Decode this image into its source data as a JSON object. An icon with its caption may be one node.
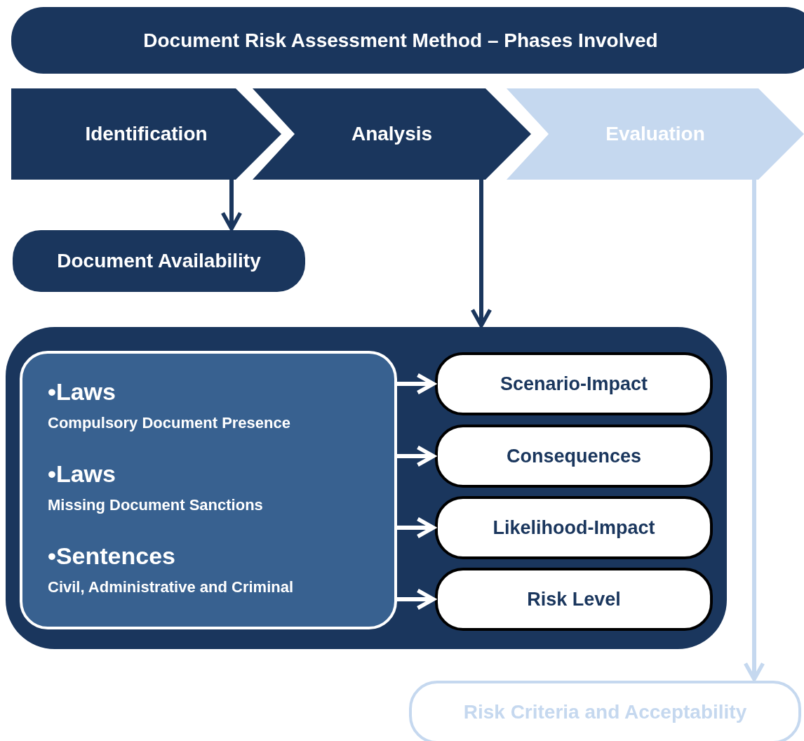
{
  "diagram": {
    "title": "Document Risk Assessment Method – Phases Involved",
    "nodes": [
      {
        "text": [
          "Identification"
        ]
      },
      {
        "text": [
          "Analysis"
        ]
      },
      {
        "text": [
          "Evaluation"
        ]
      },
      {
        "text": [
          "Document Availability"
        ]
      },
      {
        "text": [],
        "shape": "box"
      },
      {
        "text": [
          "•Laws",
          "Compulsory Document Presence",
          "•Laws",
          "Missing Document Sanctions",
          "•Sentences",
          "Civil, Administrative and Criminal"
        ],
        "in": 4
      },
      {
        "text": [
          "Scenario-Impact"
        ],
        "in": 4
      },
      {
        "text": [
          "Consequences"
        ],
        "in": 4
      },
      {
        "text": [
          "Likelihood-Impact"
        ],
        "in": 4
      },
      {
        "text": [
          "Risk Level"
        ],
        "in": 4
      },
      {
        "text": [
          "Risk Criteria and Acceptability"
        ]
      }
    ],
    "edges": [
      {
        "from": 0,
        "to": 3,
        "arrow": "to",
        "color": "#1a365d"
      },
      {
        "from": 1,
        "to": 4,
        "arrow": "to",
        "color": "#1a365d"
      },
      {
        "from": 2,
        "to": 10,
        "arrow": "to",
        "color": "#c5d8ef"
      },
      {
        "from": 5,
        "to": 6,
        "arrow": "to",
        "color": "#ffffff"
      },
      {
        "from": 5,
        "to": 7,
        "arrow": "to",
        "color": "#ffffff"
      },
      {
        "from": 5,
        "to": 8,
        "arrow": "to",
        "color": "#ffffff"
      },
      {
        "from": 5,
        "to": 9,
        "arrow": "to",
        "color": "#ffffff"
      }
    ]
  }
}
